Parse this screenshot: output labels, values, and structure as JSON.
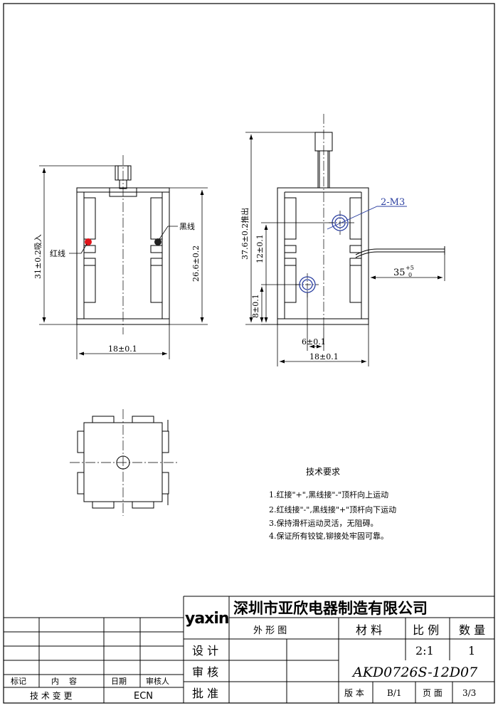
{
  "drawing": {
    "dim_push_total": "37.6±0.2推出",
    "dim_pull_total": "31±0.2吸入",
    "dim_body_height": "26.6±0.2",
    "dim_width_front": "18±0.1",
    "dim_width_side": "18±0.1",
    "dim_12": "12±0.1",
    "dim_8": "8±0.1",
    "dim_6": "6±0.1",
    "dim_35": "35",
    "dim_35_tol_upper": "+5",
    "dim_35_tol_lower": "0",
    "label_red_wire": "红线",
    "label_black_wire": "黑线",
    "label_mounting": "2-M3",
    "colors": {
      "red_terminal": "#e0151b",
      "black_terminal": "#222222",
      "annotation_blue": "#2a3ea0"
    }
  },
  "tech": {
    "title": "技术要求",
    "items": [
      "1.红接\"+\",黑线接\"-\"顶杆向上运动",
      "2.红线接\"-\",黑线接\"+\"顶杆向下运动",
      "3.保持滑杆运动灵活，无阻碍。",
      "4.保证所有铰锭,铆接处牢固可靠。"
    ]
  },
  "title_block": {
    "logo": "yaxin",
    "company": "深圳市亚欣电器制造有限公司",
    "view_name": "外 形 图",
    "material_label": "材 料",
    "scale_label": "比 例",
    "qty_label": "数 量",
    "scale_value": "2:1",
    "qty_value": "1",
    "design_label": "设 计",
    "review_label": "审 核",
    "approve_label": "批 准",
    "part_number": "AKD0726S-12D07",
    "version_label": "版 本",
    "version_value": "B/1",
    "page_label": "页 面",
    "page_value": "3/3"
  },
  "revision_block": {
    "col_mark": "标记",
    "col_content": "内    容",
    "col_date": "日期",
    "col_reviewer": "审核人",
    "footer_left": "技 术 变 更",
    "footer_right": "ECN"
  }
}
